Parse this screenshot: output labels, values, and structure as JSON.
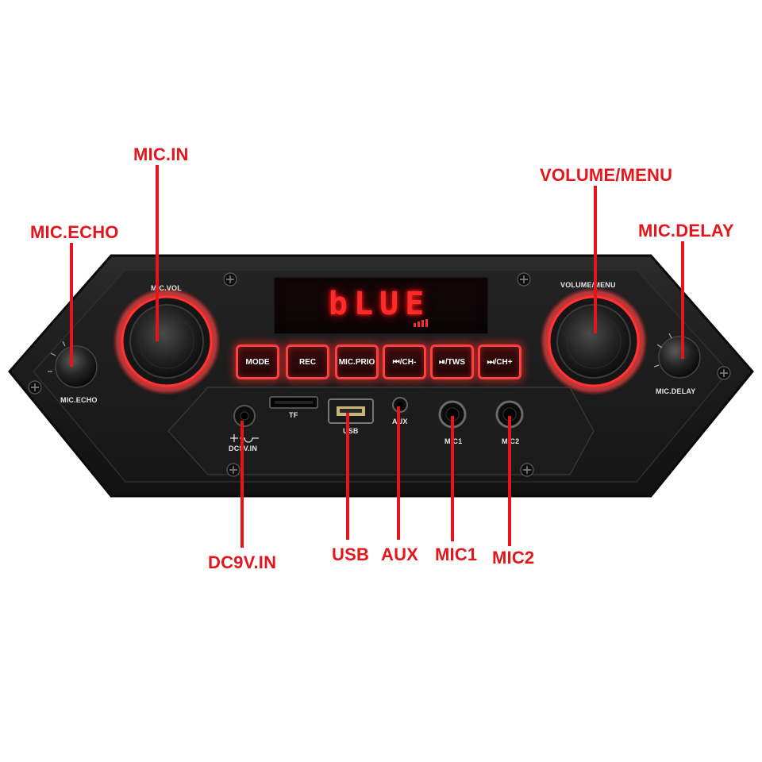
{
  "callouts": {
    "mic_echo": "MIC.ECHO",
    "mic_in": "MIC.IN",
    "volume_menu": "VOLUME/MENU",
    "mic_delay": "MIC.DELAY",
    "dc9v_in": "DC9V.IN",
    "usb": "USB",
    "aux": "AUX",
    "mic1": "MIC1",
    "mic2": "MIC2"
  },
  "panel_labels": {
    "mic_vol": "MIC.VOL",
    "mic_echo": "MIC.ECHO",
    "volume_menu": "VOLUME/MENU",
    "mic_delay": "MIC.DELAY",
    "tf": "TF",
    "usb": "USB",
    "aux": "AUX",
    "mic1": "MIC1",
    "mic2": "MIC2",
    "dc_in": "DC9V.IN"
  },
  "display": {
    "text": "bLUE"
  },
  "buttons": {
    "mode": "MODE",
    "rec": "REC",
    "mic_prio": "MIC.PRIO",
    "prev": "⏮/CH-",
    "play_tws": "⏯/TWS",
    "next": "⏭/CH+"
  },
  "colors": {
    "callout_red": "#e4161b",
    "panel_black": "#1a1a1a",
    "led_red": "#ff3030"
  }
}
